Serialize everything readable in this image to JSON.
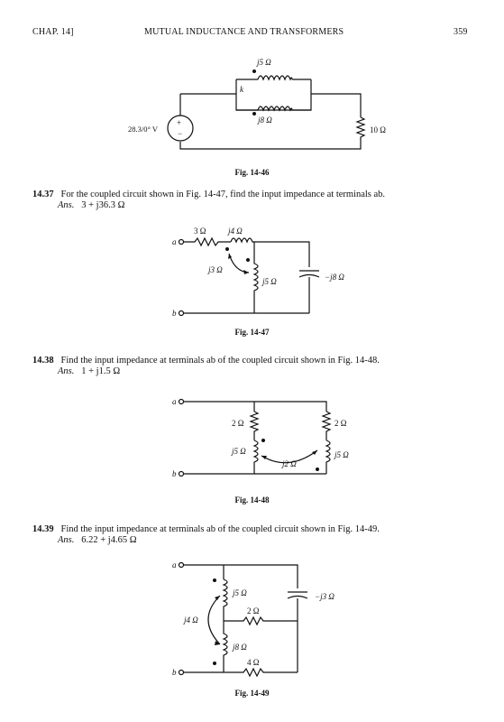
{
  "header": {
    "chapter": "CHAP. 14]",
    "title": "MUTUAL INDUCTANCE AND TRANSFORMERS",
    "page_number": "359"
  },
  "fig46": {
    "caption": "Fig. 14-46",
    "source_label": "28.3/0° V",
    "top_inductor": "j5 Ω",
    "bottom_inductor": "j8 Ω",
    "coupling": "k",
    "resistor": "10 Ω"
  },
  "problems": [
    {
      "number": "14.37",
      "text": "For the coupled circuit shown in Fig. 14-47, find the input impedance at terminals ab.",
      "ans_label": "Ans.",
      "answer": "3 + j36.3   Ω"
    },
    {
      "number": "14.38",
      "text": "Find the input impedance at terminals ab of the coupled circuit shown in Fig. 14-48.",
      "ans_label": "Ans.",
      "answer": "1 + j1.5   Ω"
    },
    {
      "number": "14.39",
      "text": "Find the input impedance at terminals ab of the coupled circuit shown in Fig. 14-49.",
      "ans_label": "Ans.",
      "answer": "6.22 + j4.65   Ω"
    }
  ],
  "fig47": {
    "caption": "Fig. 14-47",
    "terminal_a": "a",
    "terminal_b": "b",
    "r1": "3 Ω",
    "l1": "j4 Ω",
    "mutual": "j3 Ω",
    "l2": "j5 Ω",
    "cap": "−j8 Ω"
  },
  "fig48": {
    "caption": "Fig. 14-48",
    "terminal_a": "a",
    "terminal_b": "b",
    "r_left": "2 Ω",
    "l_left": "j5 Ω",
    "r_right": "2 Ω",
    "l_right": "j5 Ω",
    "mutual": "j2 Ω"
  },
  "fig49": {
    "caption": "Fig. 14-49",
    "terminal_a": "a",
    "terminal_b": "b",
    "l_top": "j5 Ω",
    "mutual": "j4 Ω",
    "l_bot": "j8 Ω",
    "r_mid": "2 Ω",
    "r_bot": "4 Ω",
    "cap": "−j3 Ω"
  }
}
